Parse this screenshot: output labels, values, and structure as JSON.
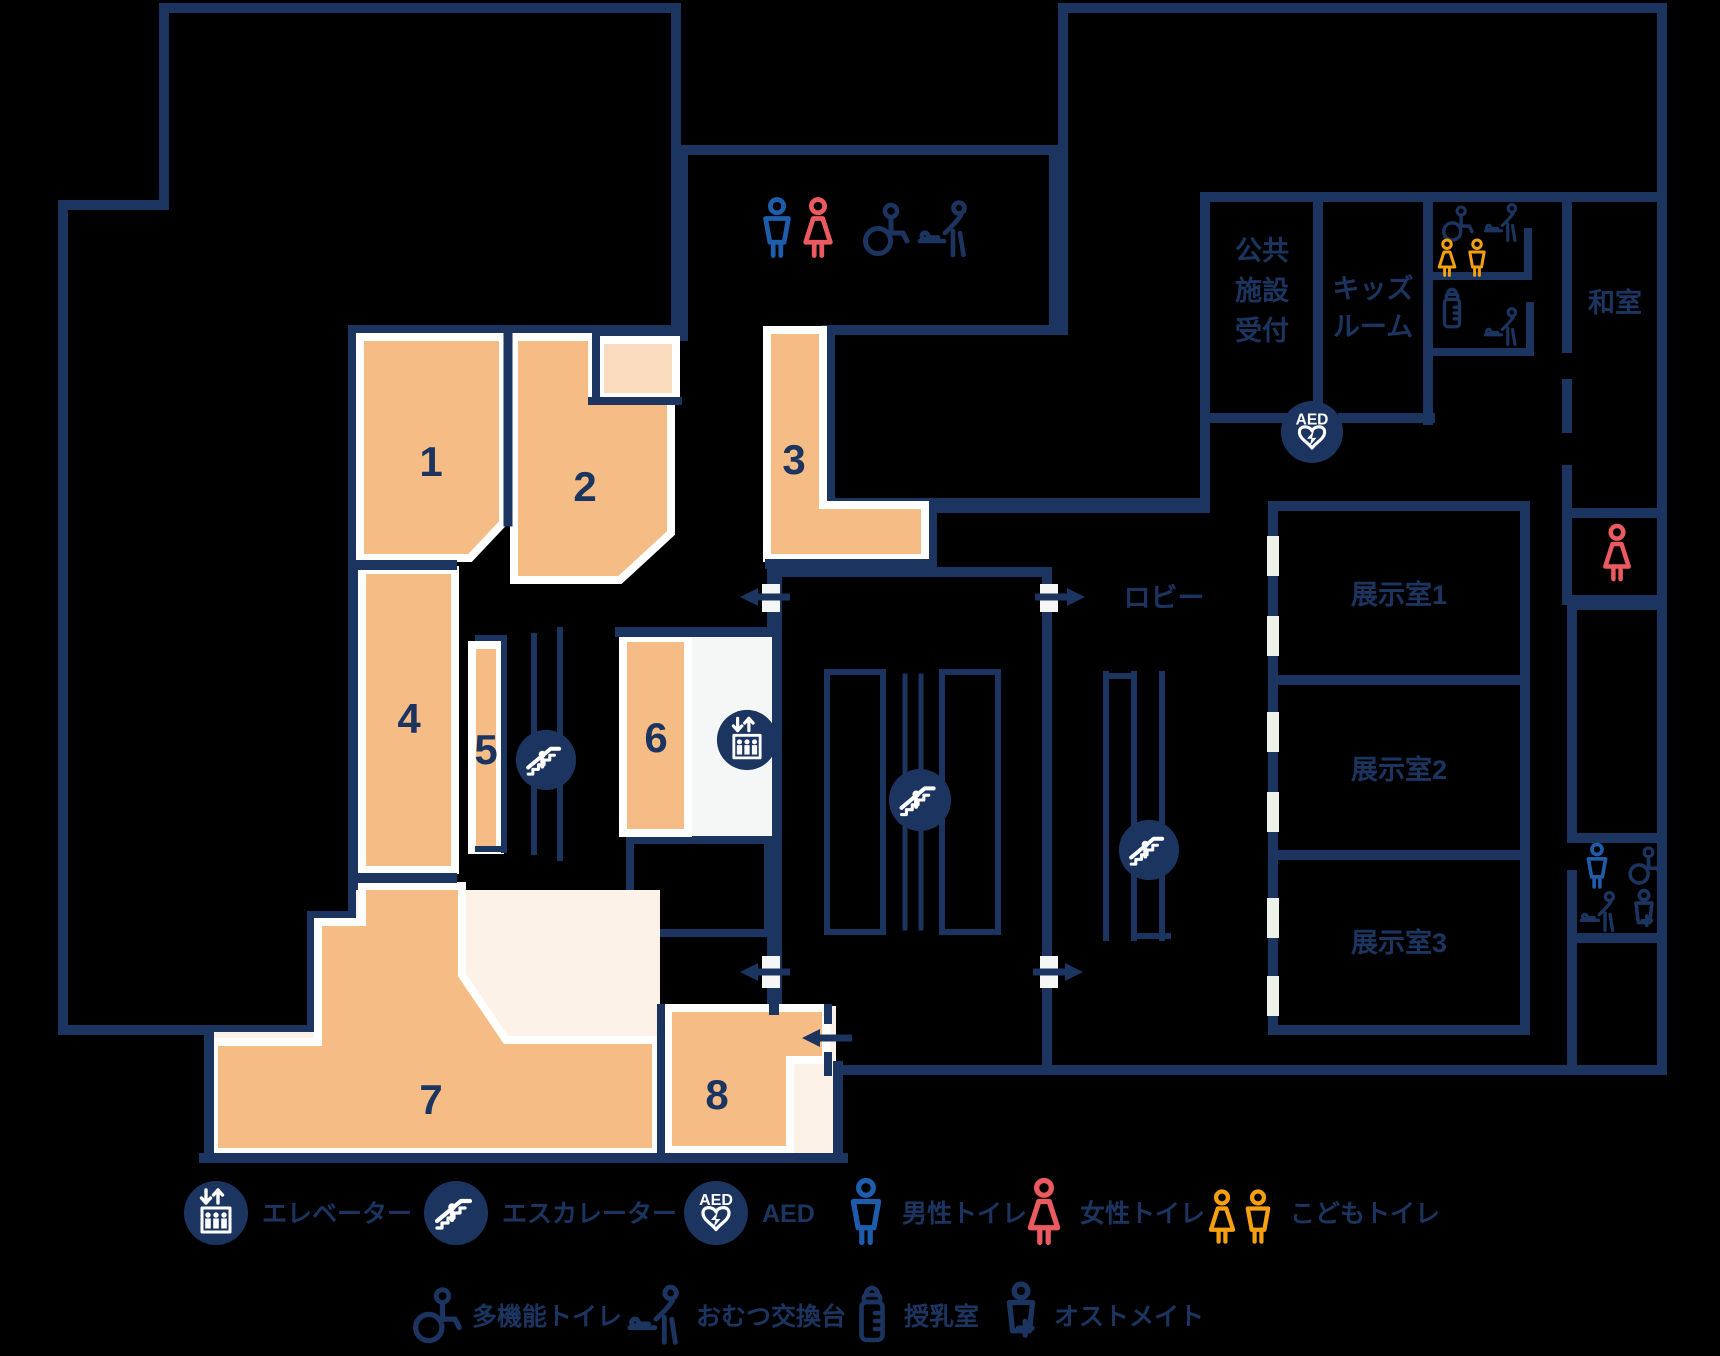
{
  "colors": {
    "navy": "#1c3560",
    "gray": "#bec3c8",
    "cream": "#fcf2e8",
    "orange": "#f5bc85",
    "light_orange": "#f9dcbd",
    "green": "#edf2e8",
    "hall_white": "#f5f7f7",
    "mens_blue": "#1e5cac",
    "womens_red": "#ea5a5e",
    "kids_orange": "#f5a00f",
    "background": "#000000"
  },
  "map": {
    "rooms": {
      "r1": "1",
      "r2": "2",
      "r3": "3",
      "r4": "4",
      "r5": "5",
      "r6": "6",
      "r7": "7",
      "r8": "8"
    },
    "areas": {
      "reception_lines": [
        "公共",
        "施設",
        "受付"
      ],
      "kids_room_lines": [
        "キッズ",
        "ルーム"
      ],
      "japanese_room": "和室",
      "lobby": "ロビー",
      "exhibition_room_1": "展示室1",
      "exhibition_room_2": "展示室2",
      "exhibition_room_3": "展示室3"
    },
    "aed_label": "AED"
  },
  "legend": {
    "row1": [
      {
        "icon": "elevator-icon",
        "label": "エレベーター"
      },
      {
        "icon": "escalator-icon",
        "label": "エスカレーター"
      },
      {
        "icon": "aed-icon",
        "label": "AED"
      },
      {
        "icon": "mens-toilet-icon",
        "label": "男性トイレ"
      },
      {
        "icon": "womens-toilet-icon",
        "label": "女性トイレ"
      },
      {
        "icon": "kids-toilet-icon",
        "label": "こどもトイレ"
      }
    ],
    "row2": [
      {
        "icon": "accessible-toilet-icon",
        "label": "多機能トイレ"
      },
      {
        "icon": "diaper-changing-icon",
        "label": "おむつ交換台"
      },
      {
        "icon": "nursing-room-icon",
        "label": "授乳室"
      },
      {
        "icon": "ostomate-icon",
        "label": "オストメイト"
      }
    ]
  }
}
